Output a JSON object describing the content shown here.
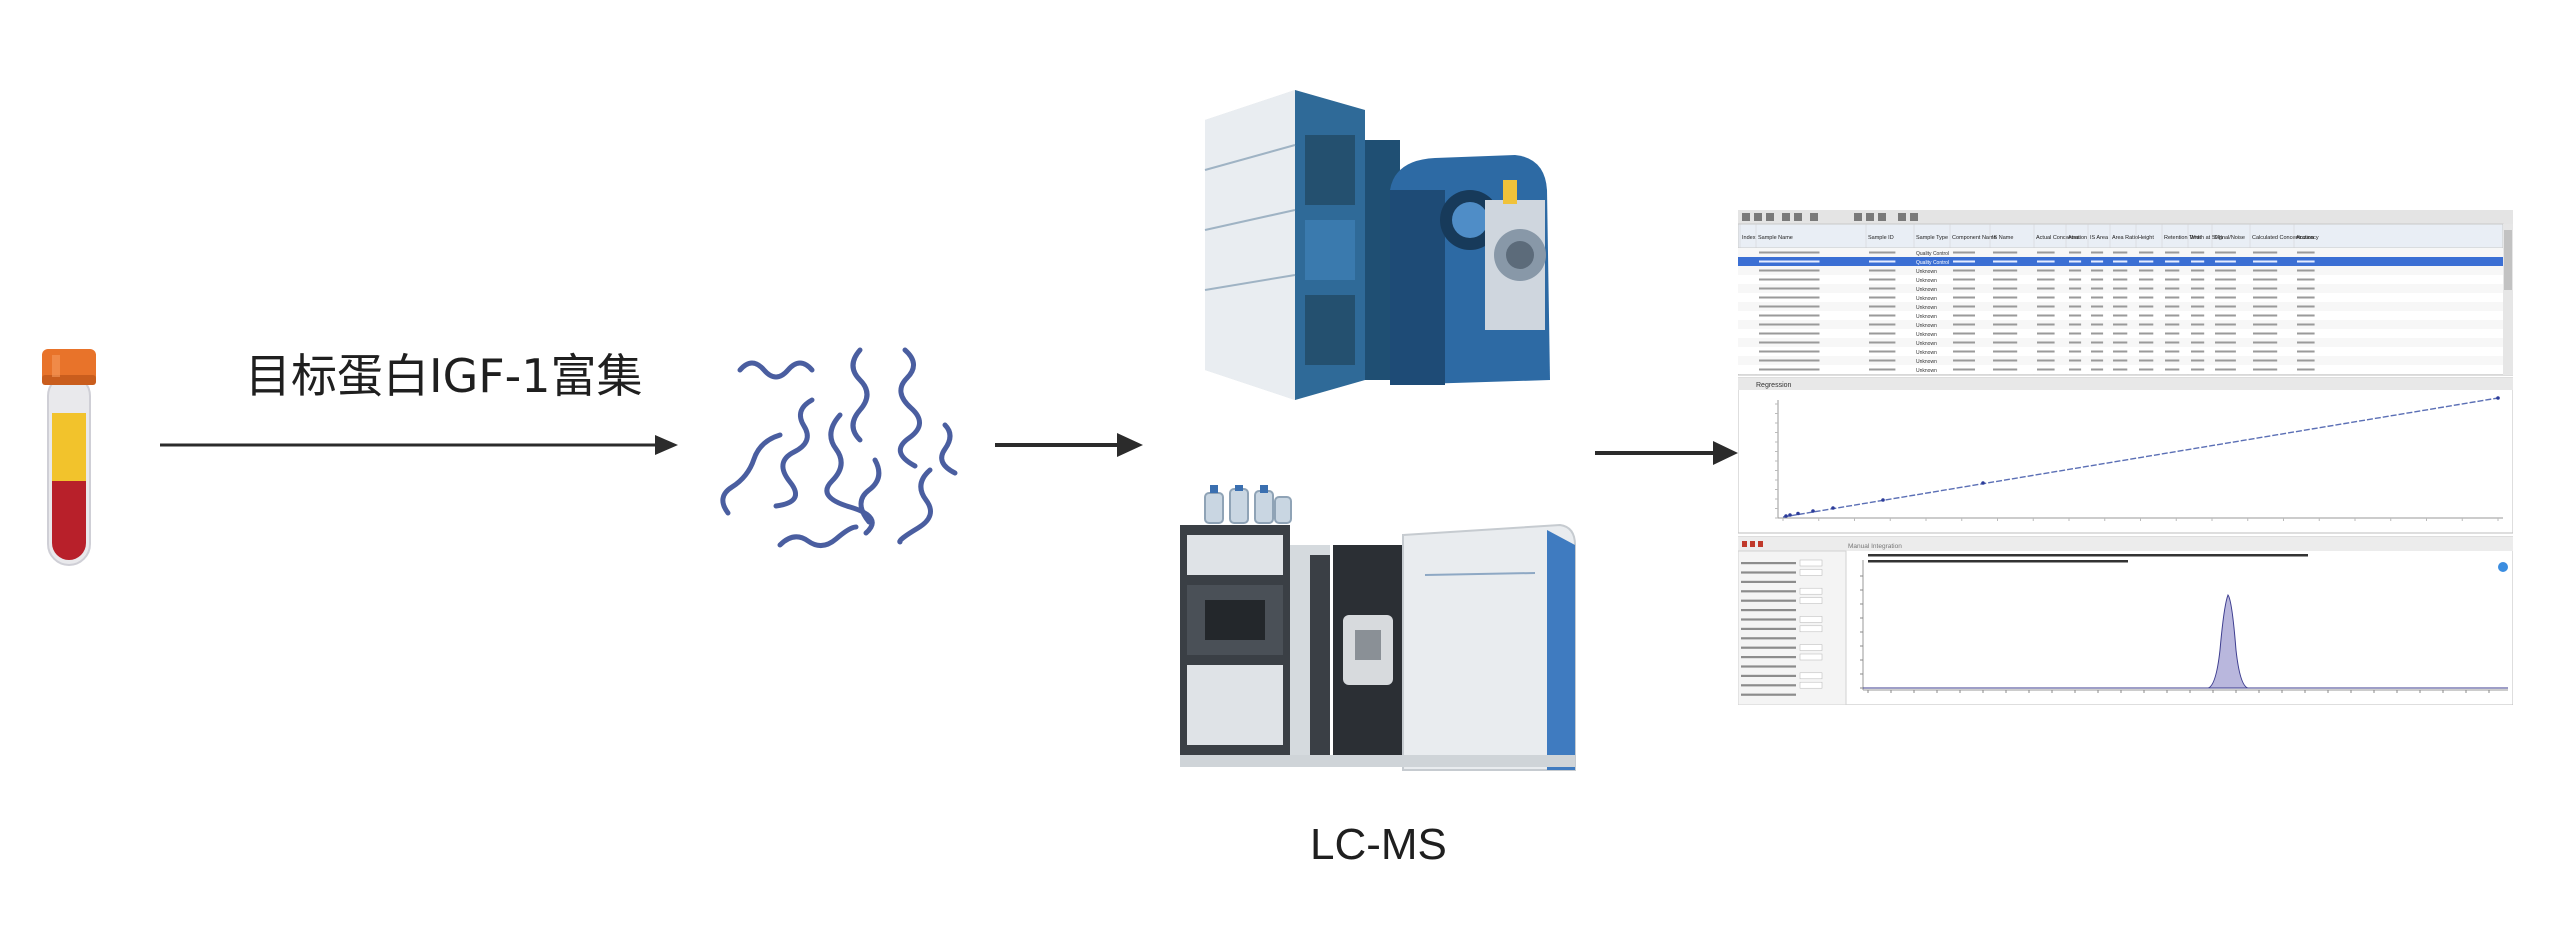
{
  "step_label": "目标蛋白IGF-1富集",
  "instrument_label": "LC-MS",
  "software": {
    "table_headers": [
      "Index",
      "Sample Name",
      "Sample ID",
      "Sample Type",
      "Component Name",
      "IS Name",
      "Actual Concentration",
      "Area",
      "IS Area",
      "Area Ratio",
      "Height",
      "Retention Time",
      "Width at 50%",
      "Signal/Noise",
      "Calculated Concentration",
      "Accuracy"
    ],
    "sample_types": [
      "Quality Control",
      "Quality Control",
      "Unknown",
      "Unknown",
      "Unknown",
      "Unknown",
      "Unknown",
      "Unknown",
      "Unknown",
      "Unknown",
      "Unknown",
      "Unknown",
      "Unknown",
      "Unknown"
    ],
    "regression_title": "Regression",
    "chromatogram_info": "Manual Integration"
  },
  "colors": {
    "arrow": "#2b2b2b",
    "tube_cap": "#e8732a",
    "tube_plasma": "#f2c32c",
    "tube_blood": "#b8202a",
    "protein": "#4a5ea0",
    "selected_row": "#3b6fd4",
    "peak_fill": "#b9b7dd"
  }
}
